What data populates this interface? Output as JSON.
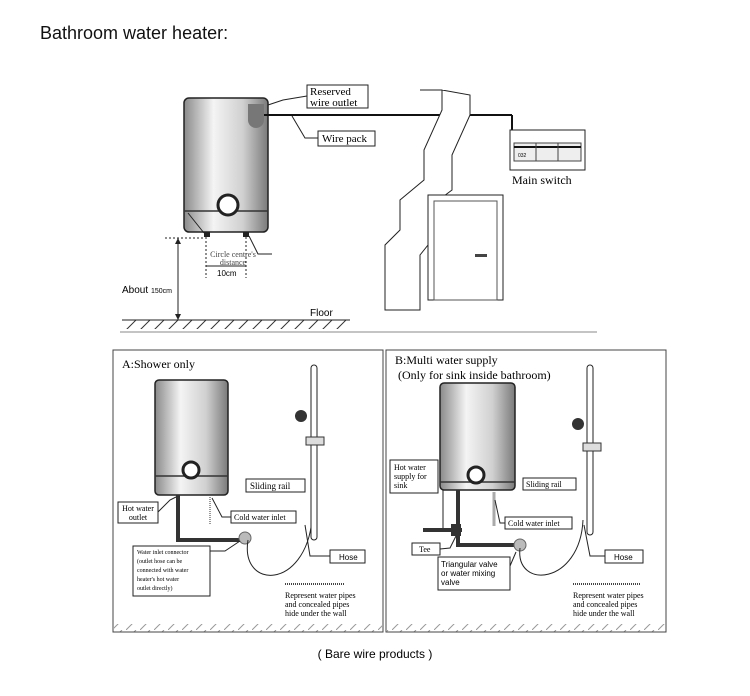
{
  "title": "Bathroom water heater:",
  "top": {
    "reserved_wire_outlet": [
      "Reserved",
      "wire outlet"
    ],
    "wire_pack": "Wire pack",
    "main_switch": "Main switch",
    "switch_code": "032",
    "circle_centre": [
      "Circle centre's",
      "distance"
    ],
    "distance": "10cm",
    "about": "About",
    "height": "150cm",
    "floor": "Floor"
  },
  "panel_a": {
    "title": "A:Shower only",
    "sliding_rail": "Sliding rail",
    "hot_water_outlet": [
      "Hot water",
      "outlet"
    ],
    "cold_water_inlet": "Cold water inlet",
    "connector": [
      "Water inlet connector",
      "(outlet hose can be",
      "connected with water",
      "heater's hot water",
      "outlet directly)"
    ],
    "hose": "Hose",
    "represent": [
      "Represent water pipes",
      "and concealed pipes",
      "hide under the wall"
    ]
  },
  "panel_b": {
    "title": "B:Multi water supply",
    "subtitle": "(Only for sink inside bathroom)",
    "hot_water_sink": [
      "Hot water",
      "supply for",
      "sink"
    ],
    "sliding_rail": "Sliding rail",
    "cold_water_inlet": "Cold water inlet",
    "tee": "Tee",
    "valve": [
      "Triangular valve",
      "or water mixing",
      "valve"
    ],
    "hose": "Hose",
    "represent": [
      "Represent water pipes",
      "and concealed pipes",
      "hide under the wall"
    ]
  },
  "caption": "( Bare wire products )"
}
